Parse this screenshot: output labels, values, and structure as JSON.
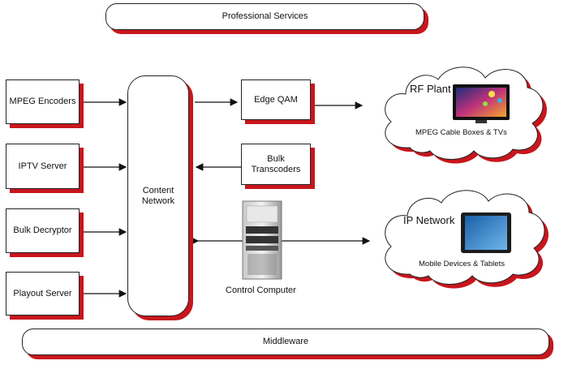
{
  "top_bar": {
    "label": "Professional Services"
  },
  "bottom_bar": {
    "label": "Middleware"
  },
  "left_boxes": [
    {
      "label": "MPEG Encoders"
    },
    {
      "label": "IPTV Server"
    },
    {
      "label": "Bulk Decryptor"
    },
    {
      "label": "Playout Server"
    }
  ],
  "center": {
    "label": "Content Network"
  },
  "edge_qam": {
    "label": "Edge QAM"
  },
  "bulk_transcoders": {
    "label": "Bulk Transcoders"
  },
  "control_computer": {
    "label": "Control Computer"
  },
  "clouds": {
    "rf": {
      "title": "RF Plant",
      "subtitle": "MPEG Cable Boxes & TVs"
    },
    "ip": {
      "title": "IP Network",
      "subtitle": "Mobile Devices & Tablets"
    }
  },
  "colors": {
    "shadow": "#c8161d",
    "border": "#222222"
  },
  "icons": {
    "tv": "tv-icon",
    "tablet": "tablet-icon",
    "server": "server-tower-icon"
  }
}
